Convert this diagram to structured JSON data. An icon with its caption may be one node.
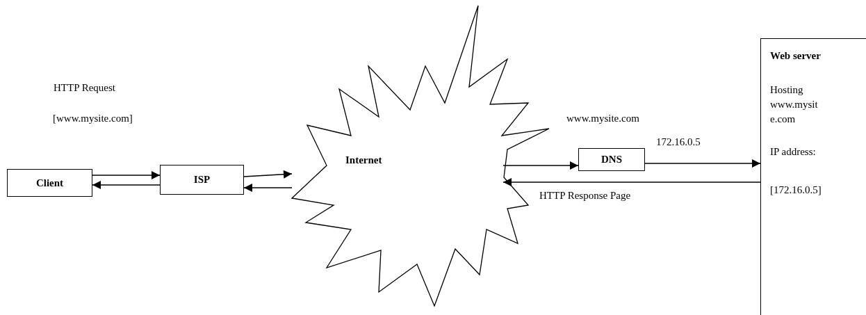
{
  "diagram": {
    "nodes": [
      {
        "text": [
          "Client"
        ]
      },
      {
        "text": [
          "ISP"
        ]
      },
      {
        "text": [
          "Internet"
        ]
      },
      {
        "text": [
          "DNS"
        ]
      },
      {
        "text": [
          "Web server",
          "Hosting www.mysite.com",
          "IP address:",
          "[172.16.0.5]"
        ]
      }
    ],
    "edges": [
      {
        "from": 0,
        "to": 1,
        "arrow": "to"
      },
      {
        "from": 1,
        "to": 0,
        "arrow": "to"
      },
      {
        "from": 1,
        "to": 2,
        "arrow": "to"
      },
      {
        "from": 2,
        "to": 1,
        "arrow": "to"
      },
      {
        "from": 2,
        "to": 3,
        "arrow": "to"
      },
      {
        "from": 3,
        "to": 4,
        "arrow": "to",
        "label": "172.16.0.5"
      },
      {
        "from": 4,
        "to": 2,
        "arrow": "to",
        "label": "HTTP Response Page"
      }
    ],
    "labels": [
      "HTTP Request",
      "[www.mysite.com]",
      "www.mysite.com"
    ]
  }
}
